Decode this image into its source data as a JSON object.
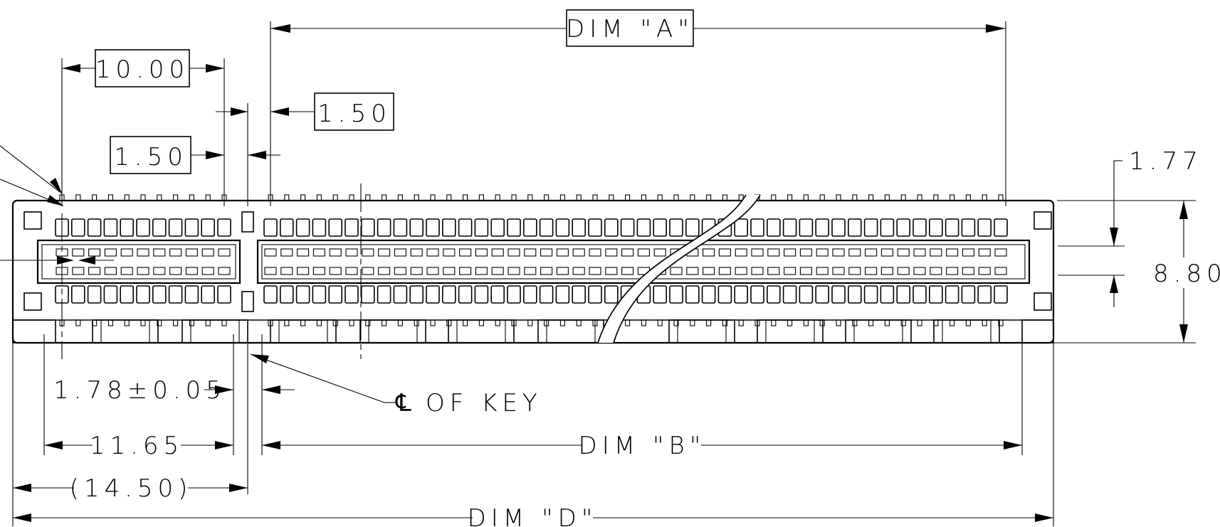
{
  "labels": {
    "dim_a": "DIM \"A\"",
    "dim_b": "DIM \"B\"",
    "dim_d": "DIM \"D\"",
    "d_1000": "10.00",
    "d_150_top": "1.50",
    "d_150_left": "1.50",
    "d_177": "1.77",
    "d_880": "8.80",
    "d_178": "1.78±0.05",
    "d_1165": "11.65",
    "d_1450": "(14.50)",
    "cl_key": "OF KEY",
    "cl_symbol": "℄"
  },
  "connector": {
    "left_section_contacts_per_row": 11,
    "right_section_contacts_per_row": 46
  }
}
